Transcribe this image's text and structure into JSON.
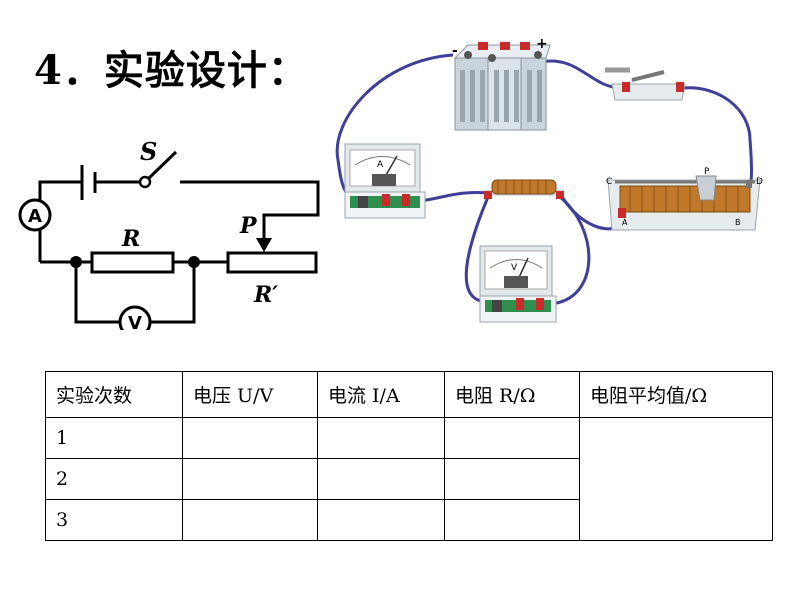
{
  "slide": {
    "title": "4．实验设计："
  },
  "schematic": {
    "switch_label": "S",
    "resistor_label": "R",
    "slider_label": "P",
    "rheostat_label": "R′",
    "ammeter_symbol": "A",
    "voltmeter_symbol": "V"
  },
  "apparatus": {
    "battery_minus": "-",
    "battery_plus": "+",
    "ammeter_face": "A",
    "voltmeter_face": "V",
    "rheostat_c": "C",
    "rheostat_d": "D",
    "rheostat_p": "P",
    "rheostat_a": "A",
    "rheostat_b": "B"
  },
  "table": {
    "headers": [
      "实验次数",
      "电压 U/V",
      "电流 I/A",
      "电阻 R/Ω",
      "电阻平均值/Ω"
    ],
    "rows": [
      {
        "trial": "1",
        "U": "",
        "I": "",
        "R": ""
      },
      {
        "trial": "2",
        "U": "",
        "I": "",
        "R": ""
      },
      {
        "trial": "3",
        "U": "",
        "I": "",
        "R": ""
      }
    ],
    "average": ""
  },
  "colors": {
    "wire": "#3f3f9a",
    "coil": "#c0782a",
    "terminal_red": "#c92a2a",
    "meter_green": "#2f8f4e"
  }
}
